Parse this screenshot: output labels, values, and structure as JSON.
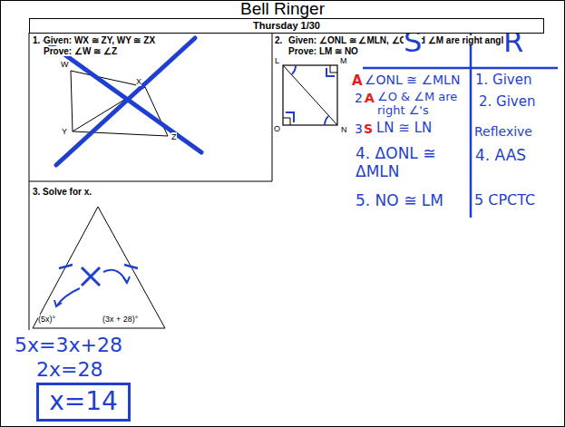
{
  "diagram": {
    "title": "Bell Ringer",
    "nodes": [
      {
        "text": [
          "Thursday 1/30"
        ]
      },
      {
        "text": [
          "x=14"
        ]
      }
    ],
    "labels": [
      "1.",
      "Given: WX ≅ ZY, WY ≅ ZX",
      "Prove: ∠W ≅ ∠Z",
      "W",
      "X",
      "Y",
      "Z",
      "2.",
      "Given: ∠ONL ≅ ∠MLN, ∠O and ∠M are right angles.",
      "Prove: LM ≅ NO",
      "L",
      "M",
      "O",
      "N",
      "3. Solve for x.",
      "(5x)°",
      "(3x + 28)°",
      "S",
      "R",
      "A",
      "∠ONL ≅ ∠MLN",
      "1. Given",
      "2.",
      "A",
      "∠O & ∠M are right ∠'s",
      "2. Given",
      "3",
      "S",
      "LN ≅ LN",
      "Reflexive",
      "4. ΔONL ≅ ΔMLN",
      "4. AAS",
      "5. NO ≅ LM",
      "5 CPCTC",
      "5x=3x+28",
      "2x=28"
    ]
  }
}
